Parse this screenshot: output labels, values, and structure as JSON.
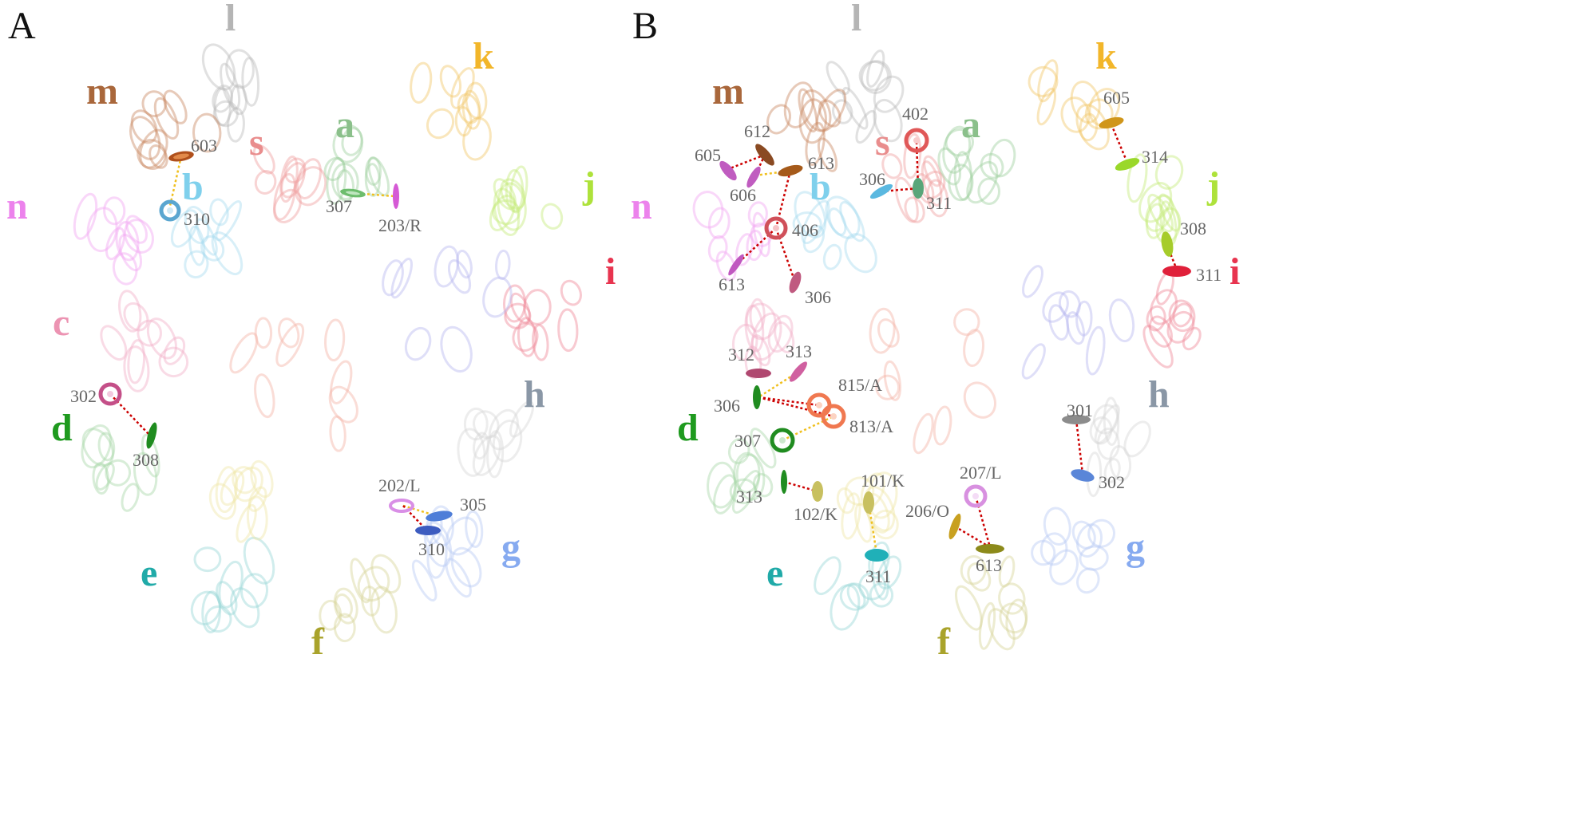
{
  "panels": [
    {
      "letter": "A",
      "chains": [
        {
          "id": "l",
          "color": "#b5b5b5"
        },
        {
          "id": "k",
          "color": "#f2b62a"
        },
        {
          "id": "m",
          "color": "#a9673b"
        },
        {
          "id": "s",
          "color": "#e98d8d"
        },
        {
          "id": "a",
          "color": "#8bc08b"
        },
        {
          "id": "j",
          "color": "#aee23b"
        },
        {
          "id": "n",
          "color": "#ec82ec"
        },
        {
          "id": "b",
          "color": "#7fd0ec"
        },
        {
          "id": "i",
          "color": "#e8344f"
        },
        {
          "id": "c",
          "color": "#ec93b2"
        },
        {
          "id": "h",
          "color": "#8a97a6"
        },
        {
          "id": "d",
          "color": "#1f9a1f"
        },
        {
          "id": "g",
          "color": "#86aaf0"
        },
        {
          "id": "e",
          "color": "#20aaa8"
        },
        {
          "id": "f",
          "color": "#a9a32b"
        }
      ],
      "hemes": [
        {
          "label": "603",
          "color": "#b0501c"
        },
        {
          "label": "310",
          "color": "#5aa6d0"
        },
        {
          "label": "307",
          "color": "#6dbd6d"
        },
        {
          "label": "203/R",
          "color": "#d55ad5"
        },
        {
          "label": "302",
          "color": "#c44f88"
        },
        {
          "label": "308",
          "color": "#1f8c1f"
        },
        {
          "label": "202/L",
          "color": "#d98fe6"
        },
        {
          "label": "305",
          "color": "#4f7ed8"
        },
        {
          "label": "310",
          "color": "#3d5cc0"
        }
      ]
    },
    {
      "letter": "B",
      "chains": [
        {
          "id": "l",
          "color": "#b5b5b5"
        },
        {
          "id": "k",
          "color": "#f2b62a"
        },
        {
          "id": "m",
          "color": "#a9673b"
        },
        {
          "id": "s",
          "color": "#e98d8d"
        },
        {
          "id": "a",
          "color": "#8bc08b"
        },
        {
          "id": "j",
          "color": "#aee23b"
        },
        {
          "id": "n",
          "color": "#ec82ec"
        },
        {
          "id": "b",
          "color": "#7fd0ec"
        },
        {
          "id": "i",
          "color": "#e8344f"
        },
        {
          "id": "h",
          "color": "#8a97a6"
        },
        {
          "id": "d",
          "color": "#1f9a1f"
        },
        {
          "id": "g",
          "color": "#86aaf0"
        },
        {
          "id": "e",
          "color": "#20aaa8"
        },
        {
          "id": "f",
          "color": "#a9a32b"
        }
      ],
      "hemes": [
        {
          "label": "612",
          "color": "#8a4a22"
        },
        {
          "label": "605",
          "color": "#c05cc0"
        },
        {
          "label": "606",
          "color": "#c05cc0"
        },
        {
          "label": "613",
          "color": "#a55a1a"
        },
        {
          "label": "402",
          "color": "#e05858"
        },
        {
          "label": "306",
          "color": "#5ab8e0"
        },
        {
          "label": "311",
          "color": "#5aa67a"
        },
        {
          "label": "406",
          "color": "#d0505a"
        },
        {
          "label": "613",
          "color": "#c058c0"
        },
        {
          "label": "306",
          "color": "#c05a80"
        },
        {
          "label": "605",
          "color": "#d0961a"
        },
        {
          "label": "314",
          "color": "#9ad82a"
        },
        {
          "label": "308",
          "color": "#a6cc2a"
        },
        {
          "label": "311",
          "color": "#e0203a"
        },
        {
          "label": "312",
          "color": "#b04870"
        },
        {
          "label": "313",
          "color": "#d060a0"
        },
        {
          "label": "815/A",
          "color": "#f07850"
        },
        {
          "label": "306",
          "color": "#208c20"
        },
        {
          "label": "813/A",
          "color": "#f07850"
        },
        {
          "label": "307",
          "color": "#208c20"
        },
        {
          "label": "301",
          "color": "#8c8c8c"
        },
        {
          "label": "302",
          "color": "#5a86d8"
        },
        {
          "label": "313",
          "color": "#208c20"
        },
        {
          "label": "102/K",
          "color": "#c8c060"
        },
        {
          "label": "101/K",
          "color": "#c8c060"
        },
        {
          "label": "311",
          "color": "#20b0b8"
        },
        {
          "label": "207/L",
          "color": "#d890e0"
        },
        {
          "label": "206/O",
          "color": "#c8a020"
        },
        {
          "label": "613",
          "color": "#8c8a1a"
        }
      ]
    }
  ]
}
